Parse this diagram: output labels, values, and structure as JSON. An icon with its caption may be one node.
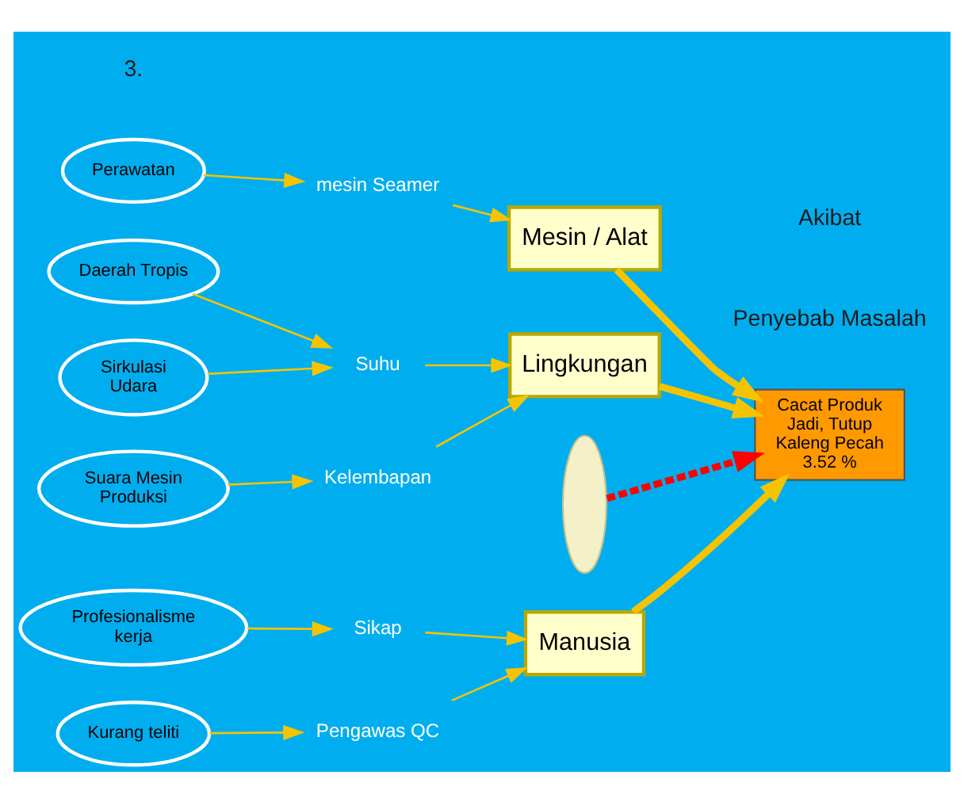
{
  "diagram": {
    "nodes": [
      {
        "text": [
          "Manusia"
        ]
      },
      {
        "text": [
          "Mesin / Alat"
        ]
      },
      {
        "text": [
          "Lingkungan"
        ]
      },
      {
        "text": [
          "Sikap"
        ]
      },
      {
        "text": [
          "Pengawas QC"
        ]
      },
      {
        "text": [
          "Profesionalisme kerja"
        ]
      },
      {
        "text": [
          "Kurang teliti"
        ]
      },
      {
        "text": [
          "mesin Seamer"
        ]
      },
      {
        "text": [
          "Perawatan"
        ]
      },
      {
        "text": [
          "Daerah Tropis"
        ]
      },
      {
        "text": [
          "Suhu"
        ]
      },
      {
        "text": [
          "Kelembapan"
        ]
      },
      {
        "text": [
          "Sirkulasi Udara"
        ]
      },
      {
        "text": [
          "Suara Mesin Produksi"
        ]
      },
      {
        "text": [
          "Cacat Produk Jadi, Tutup Kaleng Pecah 3.52 %"
        ]
      },
      {
        "text": [],
        "shape": "crescent"
      }
    ],
    "edges": [
      {
        "from": 15,
        "to": 14,
        "arrow": "to",
        "style": "dashed",
        "color": "#ff0000"
      },
      {
        "from": 0,
        "to": 14,
        "arrow": "to",
        "style": "thick"
      },
      {
        "from": 1,
        "to": 14,
        "arrow": "to",
        "style": "thick"
      },
      {
        "from": 2,
        "to": 14,
        "arrow": "to",
        "style": "thick"
      },
      {
        "from": 3,
        "to": 0,
        "arrow": "to"
      },
      {
        "from": 4,
        "to": 0,
        "arrow": "to"
      },
      {
        "from": 5,
        "to": 3,
        "arrow": "to"
      },
      {
        "from": 6,
        "to": 4,
        "arrow": "to"
      },
      {
        "from": 7,
        "to": 1,
        "arrow": "to"
      },
      {
        "from": 8,
        "to": 7,
        "arrow": "to"
      },
      {
        "from": 10,
        "to": 2,
        "arrow": "to"
      },
      {
        "from": 11,
        "to": 2,
        "arrow": "to"
      },
      {
        "from": 9,
        "to": 10,
        "arrow": "to"
      },
      {
        "from": 12,
        "to": 10,
        "arrow": "to"
      },
      {
        "from": 13,
        "to": 11,
        "arrow": "to"
      }
    ],
    "labels": [
      "3.",
      "Penyebab Masalah",
      "Akibat"
    ]
  }
}
